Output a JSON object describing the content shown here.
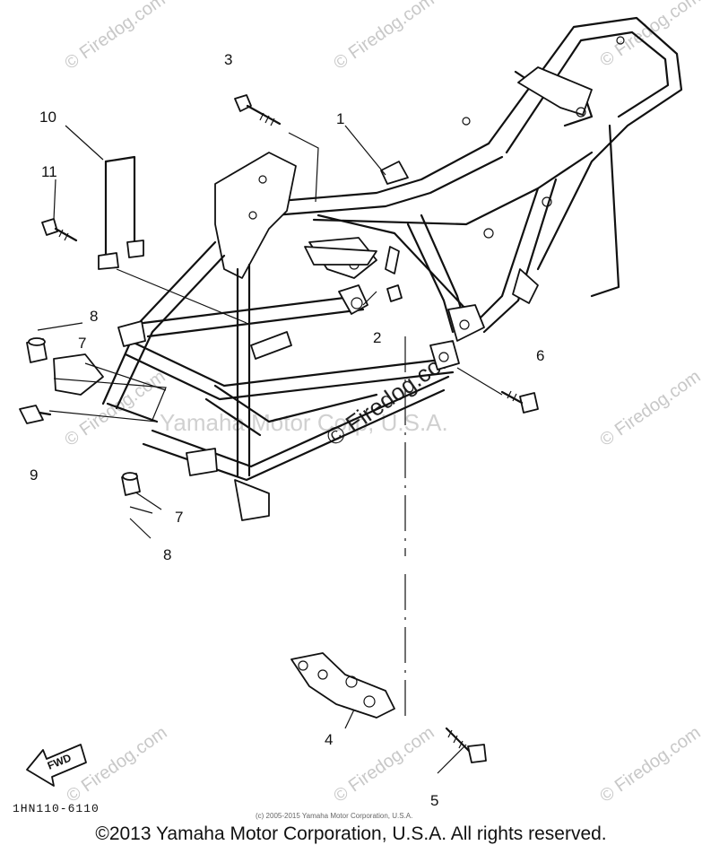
{
  "callouts": {
    "c1": "1",
    "c2": "2",
    "c3": "3",
    "c4": "4",
    "c5": "5",
    "c6": "6",
    "c7a": "7",
    "c7b": "7",
    "c8a": "8",
    "c8b": "8",
    "c9": "9",
    "c10": "10",
    "c11": "11"
  },
  "watermarks": {
    "firedog": "© Firedog.com",
    "firedog_plain": "Firedog.com",
    "center_line": "© Firedog.com",
    "yamaha_ghost": "Yamaha Motor Corp, U.S.A."
  },
  "diagram_code": "1HN110-6110",
  "fwd_label": "FWD",
  "small_copyright": "(c) 2005-2015 Yamaha Motor Corporation, U.S.A.",
  "copyright": "©2013 Yamaha Motor Corporation, U.S.A. All rights reserved."
}
